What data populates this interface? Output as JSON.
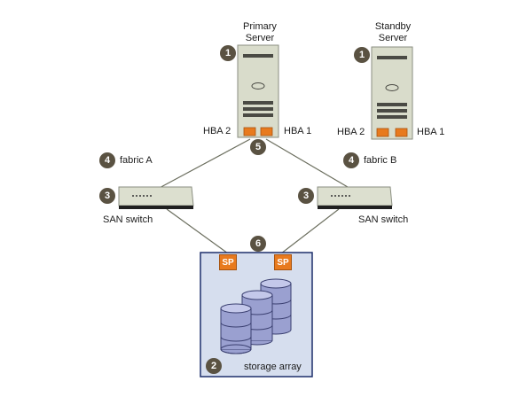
{
  "primary_server": {
    "label_line1": "Primary",
    "label_line2": "Server",
    "hba_left": "HBA 2",
    "hba_right": "HBA 1"
  },
  "standby_server": {
    "label_line1": "Standby",
    "label_line2": "Server",
    "hba_left": "HBA 2",
    "hba_right": "HBA 1"
  },
  "fabrics": {
    "a": "fabric A",
    "b": "fabric B"
  },
  "switches": {
    "left": "SAN switch",
    "right": "SAN switch"
  },
  "storage": {
    "label": "storage array",
    "sp_left": "SP",
    "sp_right": "SP"
  },
  "badges": {
    "primary_server": "1",
    "standby_server": "1",
    "storage_array": "2",
    "switch_left": "3",
    "switch_right": "3",
    "fabric_a": "4",
    "fabric_b": "4",
    "hba_link": "5",
    "sp_link": "6"
  },
  "colors": {
    "server_fill": "#d9dccb",
    "server_stroke": "#8a8e80",
    "server_stripe": "#4a4a44",
    "hba_orange": "#e87a1e",
    "switch_fill": "#dcdfcf",
    "storage_panel": "#d6deee",
    "storage_border": "#1d2f6b",
    "disk_fill": "#9aa0d0",
    "badge_fill": "#5a5242",
    "cable": "#6b6e5e"
  }
}
